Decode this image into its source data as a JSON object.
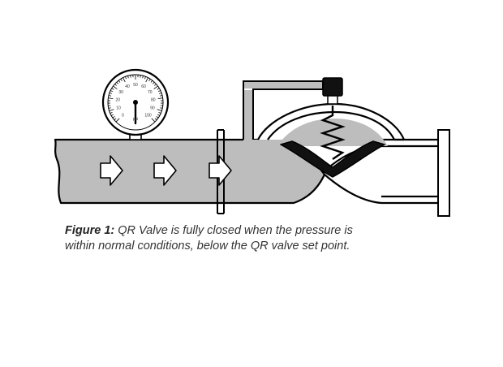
{
  "caption": {
    "label": "Figure 1:",
    "text_line1": " QR Valve is fully closed when the pressure is",
    "text_line2": "within normal conditions, below the QR valve set point."
  },
  "gauge": {
    "ticks": [
      "0",
      "10",
      "20",
      "30",
      "40",
      "50",
      "60",
      "70",
      "80",
      "90",
      "100"
    ],
    "unit": "psi",
    "value": 0
  },
  "colors": {
    "pipe_fill": "#bdbdbd",
    "outline": "#000000",
    "diaphragm": "#111111",
    "background": "#ffffff"
  },
  "icons": [
    "pressure-gauge-icon",
    "flow-arrow-icon",
    "spring-icon",
    "pilot-cap-icon"
  ]
}
